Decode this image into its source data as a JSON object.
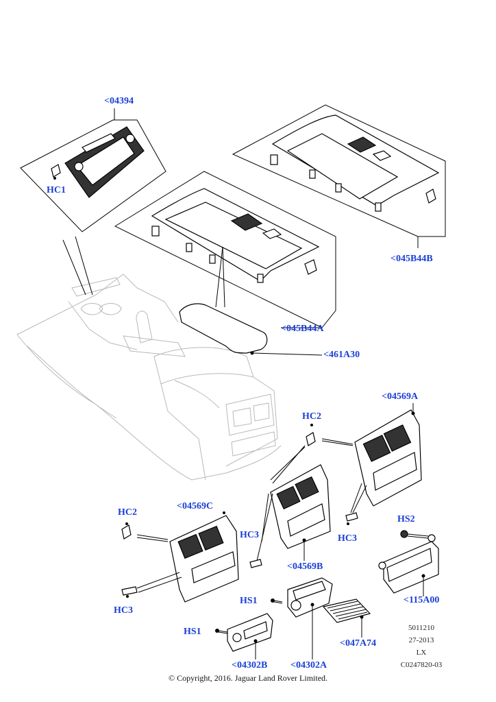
{
  "callouts": {
    "c04394": "<04394",
    "hc1": "HC1",
    "c045B44B": "<045B44B",
    "c045B44A": "<045B44A",
    "c461A30": "<461A30",
    "c04569A": "<04569A",
    "hc2_right": "HC2",
    "hc3_right": "HC3",
    "c04569C": "<04569C",
    "hc2_left": "HC2",
    "hc3_mid": "HC3",
    "c04569B": "<04569B",
    "hc3_left": "HC3",
    "hs2": "HS2",
    "c115A00": "<115A00",
    "hs1_upper": "HS1",
    "hs1_lower": "HS1",
    "c047A74": "<047A74",
    "c04302B": "<04302B",
    "c04302A": "<04302A"
  },
  "meta": {
    "code": "5011210",
    "date": "27-2013",
    "model": "LX",
    "ref": "C0247820-03"
  },
  "copyright": "© Copyright, 2016. Jaguar Land Rover Limited.",
  "colors": {
    "callout": "#1a3fd6",
    "line": "#000000",
    "ghost": "#b8b8b8"
  }
}
